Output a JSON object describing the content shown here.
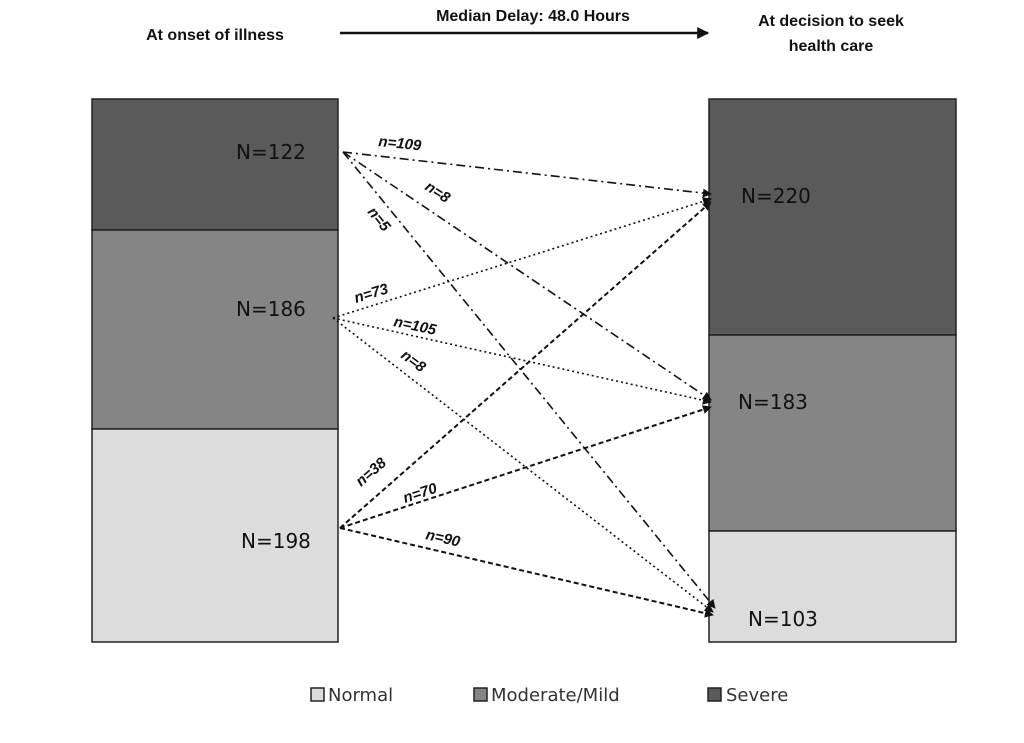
{
  "header": {
    "left": "At onset of illness",
    "center": "Median Delay: 48.0 Hours",
    "right_line1": "At decision to seek",
    "right_line2": "health care"
  },
  "colors": {
    "severe": "#5a5a5a",
    "moderate": "#858585",
    "normal": "#dcdcdc"
  },
  "onset": [
    {
      "category": "severe",
      "label": "N=122"
    },
    {
      "category": "moderate",
      "label": "N=186"
    },
    {
      "category": "normal",
      "label": "N=198"
    }
  ],
  "decision": [
    {
      "category": "severe",
      "label": "N=220"
    },
    {
      "category": "moderate",
      "label": "N=183"
    },
    {
      "category": "normal",
      "label": "N=103"
    }
  ],
  "flows": [
    {
      "from": "severe",
      "to": "severe",
      "label": "n=109"
    },
    {
      "from": "severe",
      "to": "moderate",
      "label": "n=8"
    },
    {
      "from": "severe",
      "to": "normal",
      "label": "n=5"
    },
    {
      "from": "moderate",
      "to": "severe",
      "label": "n=73"
    },
    {
      "from": "moderate",
      "to": "moderate",
      "label": "n=105"
    },
    {
      "from": "moderate",
      "to": "normal",
      "label": "n=8"
    },
    {
      "from": "normal",
      "to": "severe",
      "label": "n=38"
    },
    {
      "from": "normal",
      "to": "moderate",
      "label": "n=70"
    },
    {
      "from": "normal",
      "to": "normal",
      "label": "n=90"
    }
  ],
  "legend": [
    {
      "category": "normal",
      "label": "Normal"
    },
    {
      "category": "moderate",
      "label": "Moderate/Mild"
    },
    {
      "category": "severe",
      "label": "Severe"
    }
  ]
}
